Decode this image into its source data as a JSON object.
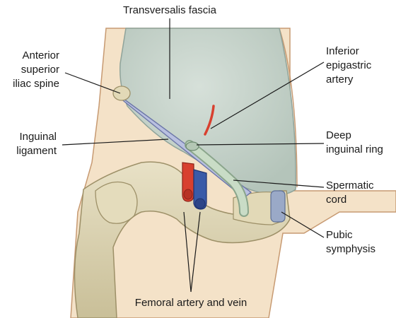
{
  "labels": {
    "transversalis_fascia": "Transversalis fascia",
    "asis": [
      "Anterior",
      "superior",
      "iliac spine"
    ],
    "inguinal_ligament": [
      "Inguinal",
      "ligament"
    ],
    "inferior_epigastric": [
      "Inferior",
      "epigastric",
      "artery"
    ],
    "deep_ring": [
      "Deep",
      "inguinal ring"
    ],
    "spermatic_cord": [
      "Spermatic",
      "cord"
    ],
    "pubic_symphysis": [
      "Pubic",
      "symphysis"
    ],
    "femoral": "Femoral artery and vein"
  },
  "colors": {
    "skin": "#f4e2c8",
    "fascia": "#c9d6cf",
    "bone": "#ddd5b4",
    "ligament": "#b9c0e0",
    "artery": "#d8402f",
    "vein": "#3a5ba8",
    "cord": "#c9dcc6"
  }
}
